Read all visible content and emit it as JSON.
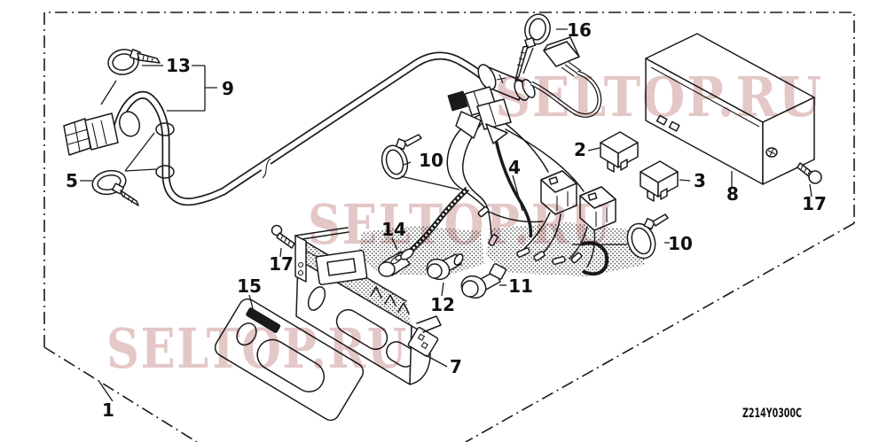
{
  "diagram": {
    "code": "Z214Y0300C",
    "watermark_text": "SELTOP.RU",
    "callouts": [
      "1",
      "2",
      "3",
      "4",
      "5",
      "7",
      "8",
      "9",
      "10",
      "10",
      "11",
      "12",
      "13",
      "14",
      "15",
      "16",
      "17",
      "17"
    ],
    "colors": {
      "line": "#1a1a1a",
      "watermark": "#dfbcbc",
      "background": "#ffffff"
    }
  }
}
